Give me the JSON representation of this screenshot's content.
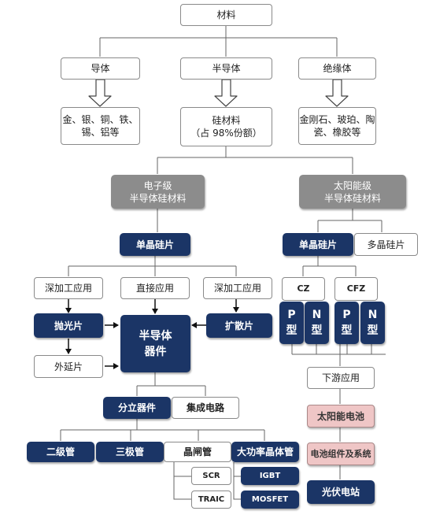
{
  "nodes": {
    "materials": "材料",
    "conductor": "导体",
    "semiconductor": "半导体",
    "insulator": "绝缘体",
    "conductor_examples": "金、银、铜、铁、\n锡、铝等",
    "silicon": "硅材料\n（占 98%份额）",
    "insulator_examples": "金刚石、玻珀、陶\n瓷、橡胶等",
    "electronic_grade": "电子级\n半导体硅材料",
    "solar_grade": "太阳能级\n半导体硅材料",
    "mono_wafer_left": "单晶硅片",
    "mono_wafer_right": "单晶硅片",
    "poly_wafer": "多晶硅片",
    "deep_process_left": "深加工应用",
    "direct_use": "直接应用",
    "deep_process_right": "深加工应用",
    "cz": "CZ",
    "cfz": "CFZ",
    "p_type_1": "P\n型",
    "n_type_1": "N\n型",
    "p_type_2": "P\n型",
    "n_type_2": "N\n型",
    "polished_wafer": "抛光片",
    "semiconductor_device": "半导体\n器件",
    "diffused_wafer": "扩散片",
    "epitaxial_wafer": "外延片",
    "downstream": "下游应用",
    "solar_cell": "太阳能电池",
    "discrete": "分立器件",
    "ic": "集成电路",
    "module_system": "电池组件及系统",
    "diode": "二级管",
    "triode": "三极管",
    "thyristor": "晶闸管",
    "power_transistor": "大功率晶体管",
    "scr": "SCR",
    "igbt": "IGBT",
    "triac": "TRAIC",
    "mosfet": "MOSFET",
    "pv_station": "光伏电站"
  }
}
